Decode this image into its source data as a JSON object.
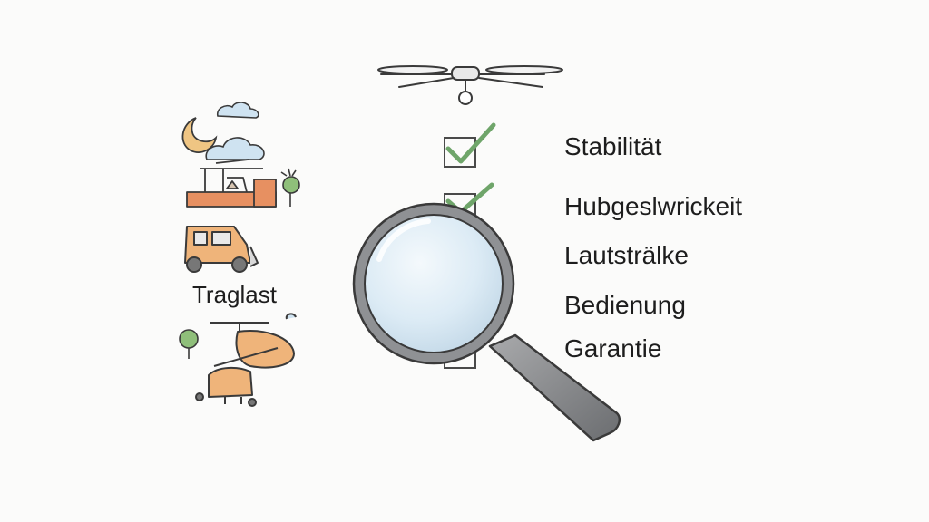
{
  "left_panel": {
    "label": "Traglast"
  },
  "checklist": {
    "items": [
      {
        "label": "Stabilität",
        "state": "checked",
        "color": "#6fa56a"
      },
      {
        "label": "Hubgeslwrickeit",
        "state": "checked",
        "color": "#6fa56a"
      },
      {
        "label": "Lautsträlke",
        "state": "unchecked",
        "color": "#6a6a6a"
      },
      {
        "label": "Bedienung",
        "state": "checked",
        "color": "#e07a4a"
      },
      {
        "label": "Garantie",
        "state": "unchecked",
        "color": "#6a6a6a"
      }
    ]
  },
  "colors": {
    "accent_green": "#6fa56a",
    "accent_orange": "#e07a4a",
    "sketch_orange": "#efb47a",
    "cloud_blue": "#cfe3f1",
    "tree_green": "#8fbf7a",
    "outline": "#3a3a3a",
    "magnifier_lens": "#dcebf5"
  },
  "icons": [
    "drone-icon",
    "magnifying-glass-icon",
    "checkbox-icon",
    "checkmark-icon",
    "van-icon",
    "helicopter-icon",
    "cloud-icon",
    "tree-icon",
    "moon-icon"
  ]
}
